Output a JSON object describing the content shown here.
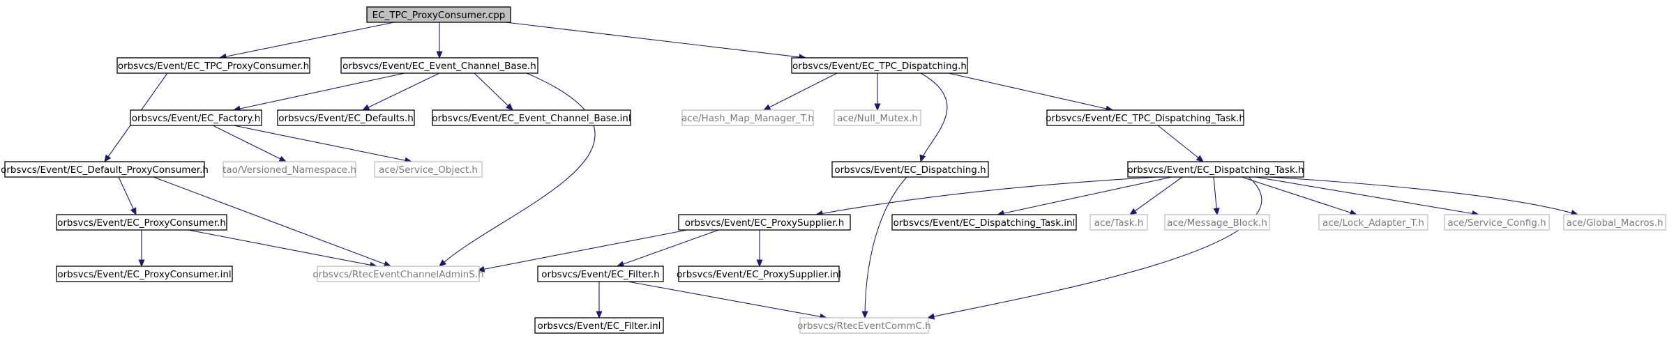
{
  "diagram": {
    "colors": {
      "edge": "#191970",
      "root_fill": "#bfbfbf",
      "node_border": "#000000",
      "external_border": "#bfbfbf",
      "external_text": "#7a7a7a"
    },
    "nodes": [
      {
        "id": "root",
        "label": "EC_TPC_ProxyConsumer.cpp",
        "style": "root"
      },
      {
        "id": "tpc_proxy_consumer_h",
        "label": "orbsvcs/Event/EC_TPC_ProxyConsumer.h",
        "style": "solid"
      },
      {
        "id": "event_channel_base_h",
        "label": "orbsvcs/Event/EC_Event_Channel_Base.h",
        "style": "solid"
      },
      {
        "id": "tpc_dispatching_h",
        "label": "orbsvcs/Event/EC_TPC_Dispatching.h",
        "style": "solid"
      },
      {
        "id": "factory_h",
        "label": "orbsvcs/Event/EC_Factory.h",
        "style": "solid"
      },
      {
        "id": "defaults_h",
        "label": "orbsvcs/Event/EC_Defaults.h",
        "style": "solid"
      },
      {
        "id": "event_channel_base_inl",
        "label": "orbsvcs/Event/EC_Event_Channel_Base.inl",
        "style": "solid"
      },
      {
        "id": "hash_map_manager",
        "label": "ace/Hash_Map_Manager_T.h",
        "style": "gray"
      },
      {
        "id": "null_mutex",
        "label": "ace/Null_Mutex.h",
        "style": "gray"
      },
      {
        "id": "tpc_dispatching_task_h",
        "label": "orbsvcs/Event/EC_TPC_Dispatching_Task.h",
        "style": "solid"
      },
      {
        "id": "default_proxy_consumer_h",
        "label": "orbsvcs/Event/EC_Default_ProxyConsumer.h",
        "style": "solid"
      },
      {
        "id": "versioned_namespace",
        "label": "tao/Versioned_Namespace.h",
        "style": "gray"
      },
      {
        "id": "service_object",
        "label": "ace/Service_Object.h",
        "style": "gray"
      },
      {
        "id": "dispatching_h",
        "label": "orbsvcs/Event/EC_Dispatching.h",
        "style": "solid"
      },
      {
        "id": "dispatching_task_h",
        "label": "orbsvcs/Event/EC_Dispatching_Task.h",
        "style": "solid"
      },
      {
        "id": "proxy_consumer_h",
        "label": "orbsvcs/Event/EC_ProxyConsumer.h",
        "style": "solid"
      },
      {
        "id": "proxy_supplier_h",
        "label": "orbsvcs/Event/EC_ProxySupplier.h",
        "style": "solid"
      },
      {
        "id": "dispatching_task_inl",
        "label": "orbsvcs/Event/EC_Dispatching_Task.inl",
        "style": "solid"
      },
      {
        "id": "ace_task",
        "label": "ace/Task.h",
        "style": "gray"
      },
      {
        "id": "message_block",
        "label": "ace/Message_Block.h",
        "style": "gray"
      },
      {
        "id": "lock_adapter",
        "label": "ace/Lock_Adapter_T.h",
        "style": "gray"
      },
      {
        "id": "service_config",
        "label": "ace/Service_Config.h",
        "style": "gray"
      },
      {
        "id": "global_macros",
        "label": "ace/Global_Macros.h",
        "style": "gray"
      },
      {
        "id": "proxy_consumer_inl",
        "label": "orbsvcs/Event/EC_ProxyConsumer.inl",
        "style": "solid"
      },
      {
        "id": "rtec_admin_s",
        "label": "orbsvcs/RtecEventChannelAdminS.h",
        "style": "gray"
      },
      {
        "id": "filter_h",
        "label": "orbsvcs/Event/EC_Filter.h",
        "style": "solid"
      },
      {
        "id": "proxy_supplier_inl",
        "label": "orbsvcs/Event/EC_ProxySupplier.inl",
        "style": "solid"
      },
      {
        "id": "filter_inl",
        "label": "orbsvcs/Event/EC_Filter.inl",
        "style": "solid"
      },
      {
        "id": "rtec_comm_c",
        "label": "orbsvcs/RtecEventCommC.h",
        "style": "gray"
      }
    ],
    "edges": [
      {
        "from": "root",
        "to": "tpc_proxy_consumer_h"
      },
      {
        "from": "root",
        "to": "event_channel_base_h"
      },
      {
        "from": "root",
        "to": "tpc_dispatching_h"
      },
      {
        "from": "tpc_proxy_consumer_h",
        "to": "default_proxy_consumer_h"
      },
      {
        "from": "event_channel_base_h",
        "to": "factory_h"
      },
      {
        "from": "event_channel_base_h",
        "to": "defaults_h"
      },
      {
        "from": "event_channel_base_h",
        "to": "event_channel_base_inl"
      },
      {
        "from": "event_channel_base_h",
        "to": "rtec_admin_s"
      },
      {
        "from": "tpc_dispatching_h",
        "to": "hash_map_manager"
      },
      {
        "from": "tpc_dispatching_h",
        "to": "null_mutex"
      },
      {
        "from": "tpc_dispatching_h",
        "to": "dispatching_h"
      },
      {
        "from": "tpc_dispatching_h",
        "to": "tpc_dispatching_task_h"
      },
      {
        "from": "factory_h",
        "to": "versioned_namespace"
      },
      {
        "from": "factory_h",
        "to": "service_object"
      },
      {
        "from": "tpc_dispatching_task_h",
        "to": "dispatching_task_h"
      },
      {
        "from": "default_proxy_consumer_h",
        "to": "proxy_consumer_h"
      },
      {
        "from": "default_proxy_consumer_h",
        "to": "rtec_admin_s"
      },
      {
        "from": "dispatching_h",
        "to": "rtec_comm_c"
      },
      {
        "from": "dispatching_task_h",
        "to": "proxy_supplier_h"
      },
      {
        "from": "dispatching_task_h",
        "to": "dispatching_task_inl"
      },
      {
        "from": "dispatching_task_h",
        "to": "ace_task"
      },
      {
        "from": "dispatching_task_h",
        "to": "message_block"
      },
      {
        "from": "dispatching_task_h",
        "to": "lock_adapter"
      },
      {
        "from": "dispatching_task_h",
        "to": "service_config"
      },
      {
        "from": "dispatching_task_h",
        "to": "global_macros"
      },
      {
        "from": "dispatching_task_h",
        "to": "rtec_comm_c"
      },
      {
        "from": "proxy_consumer_h",
        "to": "proxy_consumer_inl"
      },
      {
        "from": "proxy_consumer_h",
        "to": "rtec_admin_s"
      },
      {
        "from": "proxy_supplier_h",
        "to": "rtec_admin_s"
      },
      {
        "from": "proxy_supplier_h",
        "to": "filter_h"
      },
      {
        "from": "proxy_supplier_h",
        "to": "proxy_supplier_inl"
      },
      {
        "from": "filter_h",
        "to": "filter_inl"
      },
      {
        "from": "filter_h",
        "to": "rtec_comm_c"
      }
    ]
  }
}
